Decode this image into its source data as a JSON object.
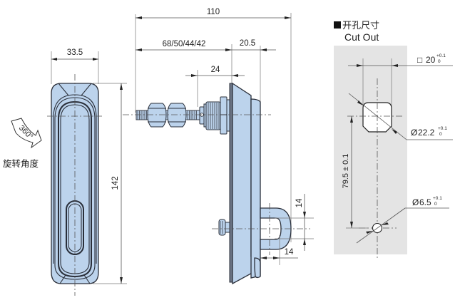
{
  "drawing": {
    "title": "Swing handle lock — dimensional drawing",
    "colors": {
      "part_fill": "#bcd3ec",
      "outline": "#2a2f3a",
      "cutout_panel": "#e4e4e4",
      "dimension_lines": "#555555",
      "text": "#222222"
    }
  },
  "front_view": {
    "width_label": "33.5",
    "height_label": "142",
    "rotation": {
      "icon": "rotate-arrow-icon",
      "angle_label": "360°",
      "caption": "旋转角度"
    }
  },
  "side_view": {
    "overall_length_label": "110",
    "stud_length_label": "68/50/44/42",
    "body_depth_label": "20.5",
    "thread_length_label": "24",
    "hook_height_label": "14",
    "hook_offset_label": "14"
  },
  "cutout": {
    "heading_square_icon": "filled-square-bullet-icon",
    "heading_cn": "开孔尺寸",
    "heading_en": "Cut Out",
    "square": {
      "prefix": "□",
      "value": "20",
      "tol_upper": "+0.1",
      "tol_lower": "0"
    },
    "main_hole": {
      "prefix": "Ø",
      "value": "22.2",
      "tol_upper": "+0.1",
      "tol_lower": "0"
    },
    "small_hole": {
      "prefix": "Ø",
      "value": "6.5",
      "tol_upper": "+0.1",
      "tol_lower": "0"
    },
    "center_distance_label": "79.5 ± 0.1"
  }
}
